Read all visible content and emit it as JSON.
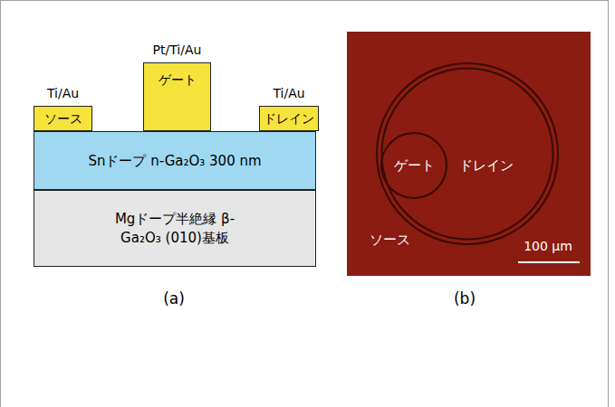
{
  "diagram": {
    "nodes": [
      {
        "text": [
          "Ti/Au",
          "ソース"
        ]
      },
      {
        "text": [
          "Pt/Ti/Au",
          "ゲート"
        ]
      },
      {
        "text": [
          "Ti/Au",
          "ドレイン"
        ]
      },
      {
        "text": [
          "Snドープ n-Ga₂O₃ 300 nm"
        ]
      },
      {
        "text": [
          "Mgドープ半絶縁 β-Ga₂O₃ (010)基板"
        ]
      },
      {
        "text": [
          "ドレイン"
        ]
      },
      {
        "text": [
          "ゲート"
        ],
        "in": 5
      }
    ],
    "labels": [
      "(a)",
      "ソース",
      "100 μm",
      "(b)"
    ]
  }
}
